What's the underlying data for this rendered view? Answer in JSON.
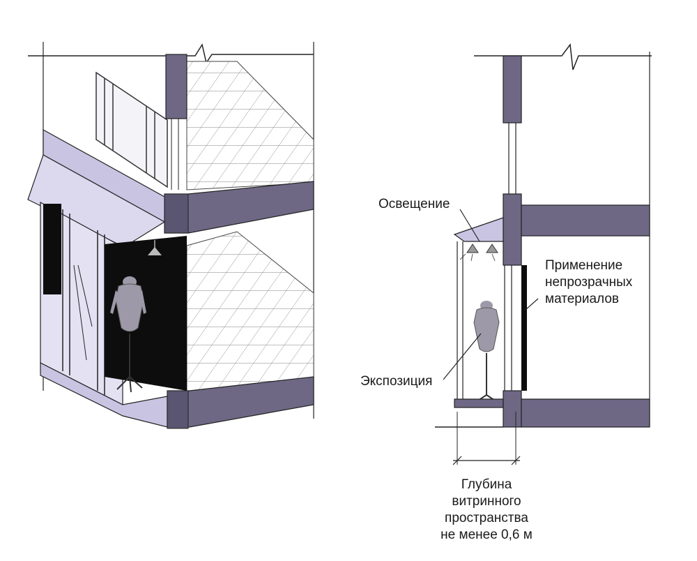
{
  "labels": {
    "lighting": "Освещение",
    "opaque_line1": "Применение",
    "opaque_line2": "непрозрачных",
    "opaque_line3": "материалов",
    "exposition": "Экспозиция",
    "depth_line1": "Глубина",
    "depth_line2": "витринного",
    "depth_line3": "пространства",
    "depth_line4": "не менее 0,6 м"
  },
  "colors": {
    "structure": "#6e6885",
    "structure_light": "#c9c4e2",
    "glass": "#dedcf0",
    "dark": "#0d0d0d",
    "mannequin": "#9d99a8"
  }
}
